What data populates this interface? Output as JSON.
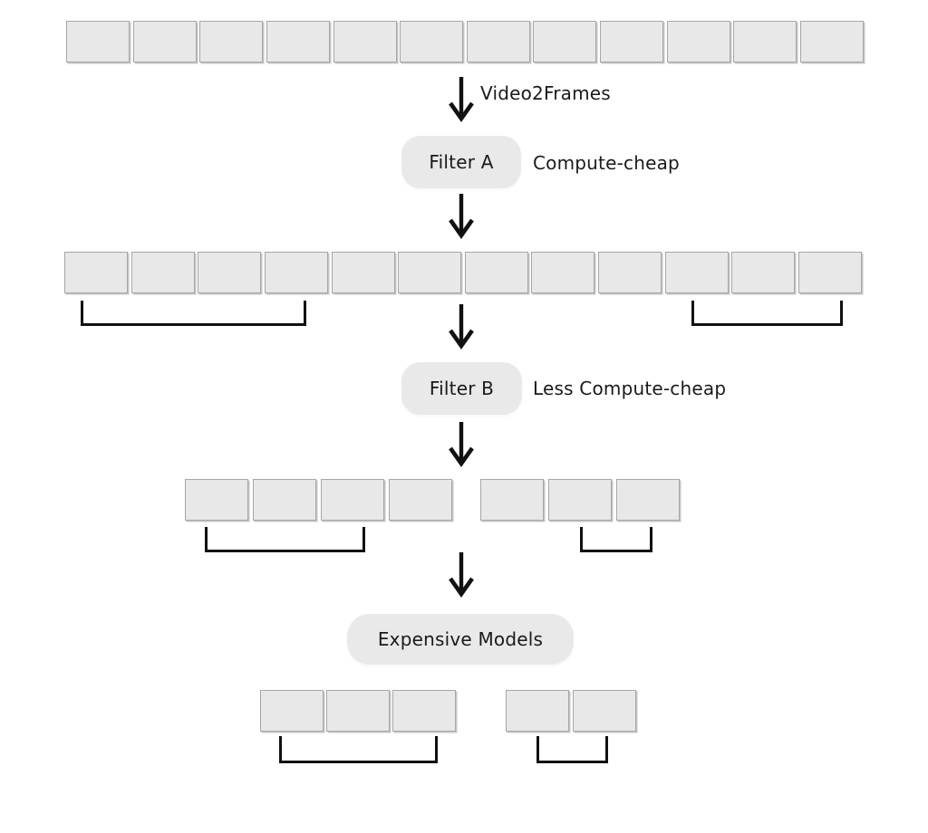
{
  "colors": {
    "background": "#ffffff",
    "frame_fill": "#e8e8e8",
    "frame_border": "#a6a6a6",
    "pill_fill": "#e9e9e9",
    "text": "#1a1a1a",
    "line": "#111111"
  },
  "labels": {
    "video2frames": "Video2Frames"
  },
  "nodes": {
    "filter_a": {
      "label": "Filter A",
      "annotation": "Compute-cheap"
    },
    "filter_b": {
      "label": "Filter B",
      "annotation": "Less Compute-cheap"
    },
    "expensive_models": {
      "label": "Expensive Models"
    }
  },
  "rows": {
    "source_frames": {
      "count": 12
    },
    "after_filter_a": {
      "count": 12,
      "brackets": [
        {
          "frames": "1-4"
        },
        {
          "frames": "10-12"
        }
      ]
    },
    "after_filter_b": {
      "group_counts": [
        4,
        3
      ],
      "brackets": [
        {
          "frames": "1-3"
        },
        {
          "frames": "6-7"
        }
      ]
    },
    "after_expensive_models": {
      "group_counts": [
        3,
        2
      ],
      "brackets": [
        {
          "frames": "1-3"
        },
        {
          "frames": "4-5"
        }
      ]
    }
  }
}
